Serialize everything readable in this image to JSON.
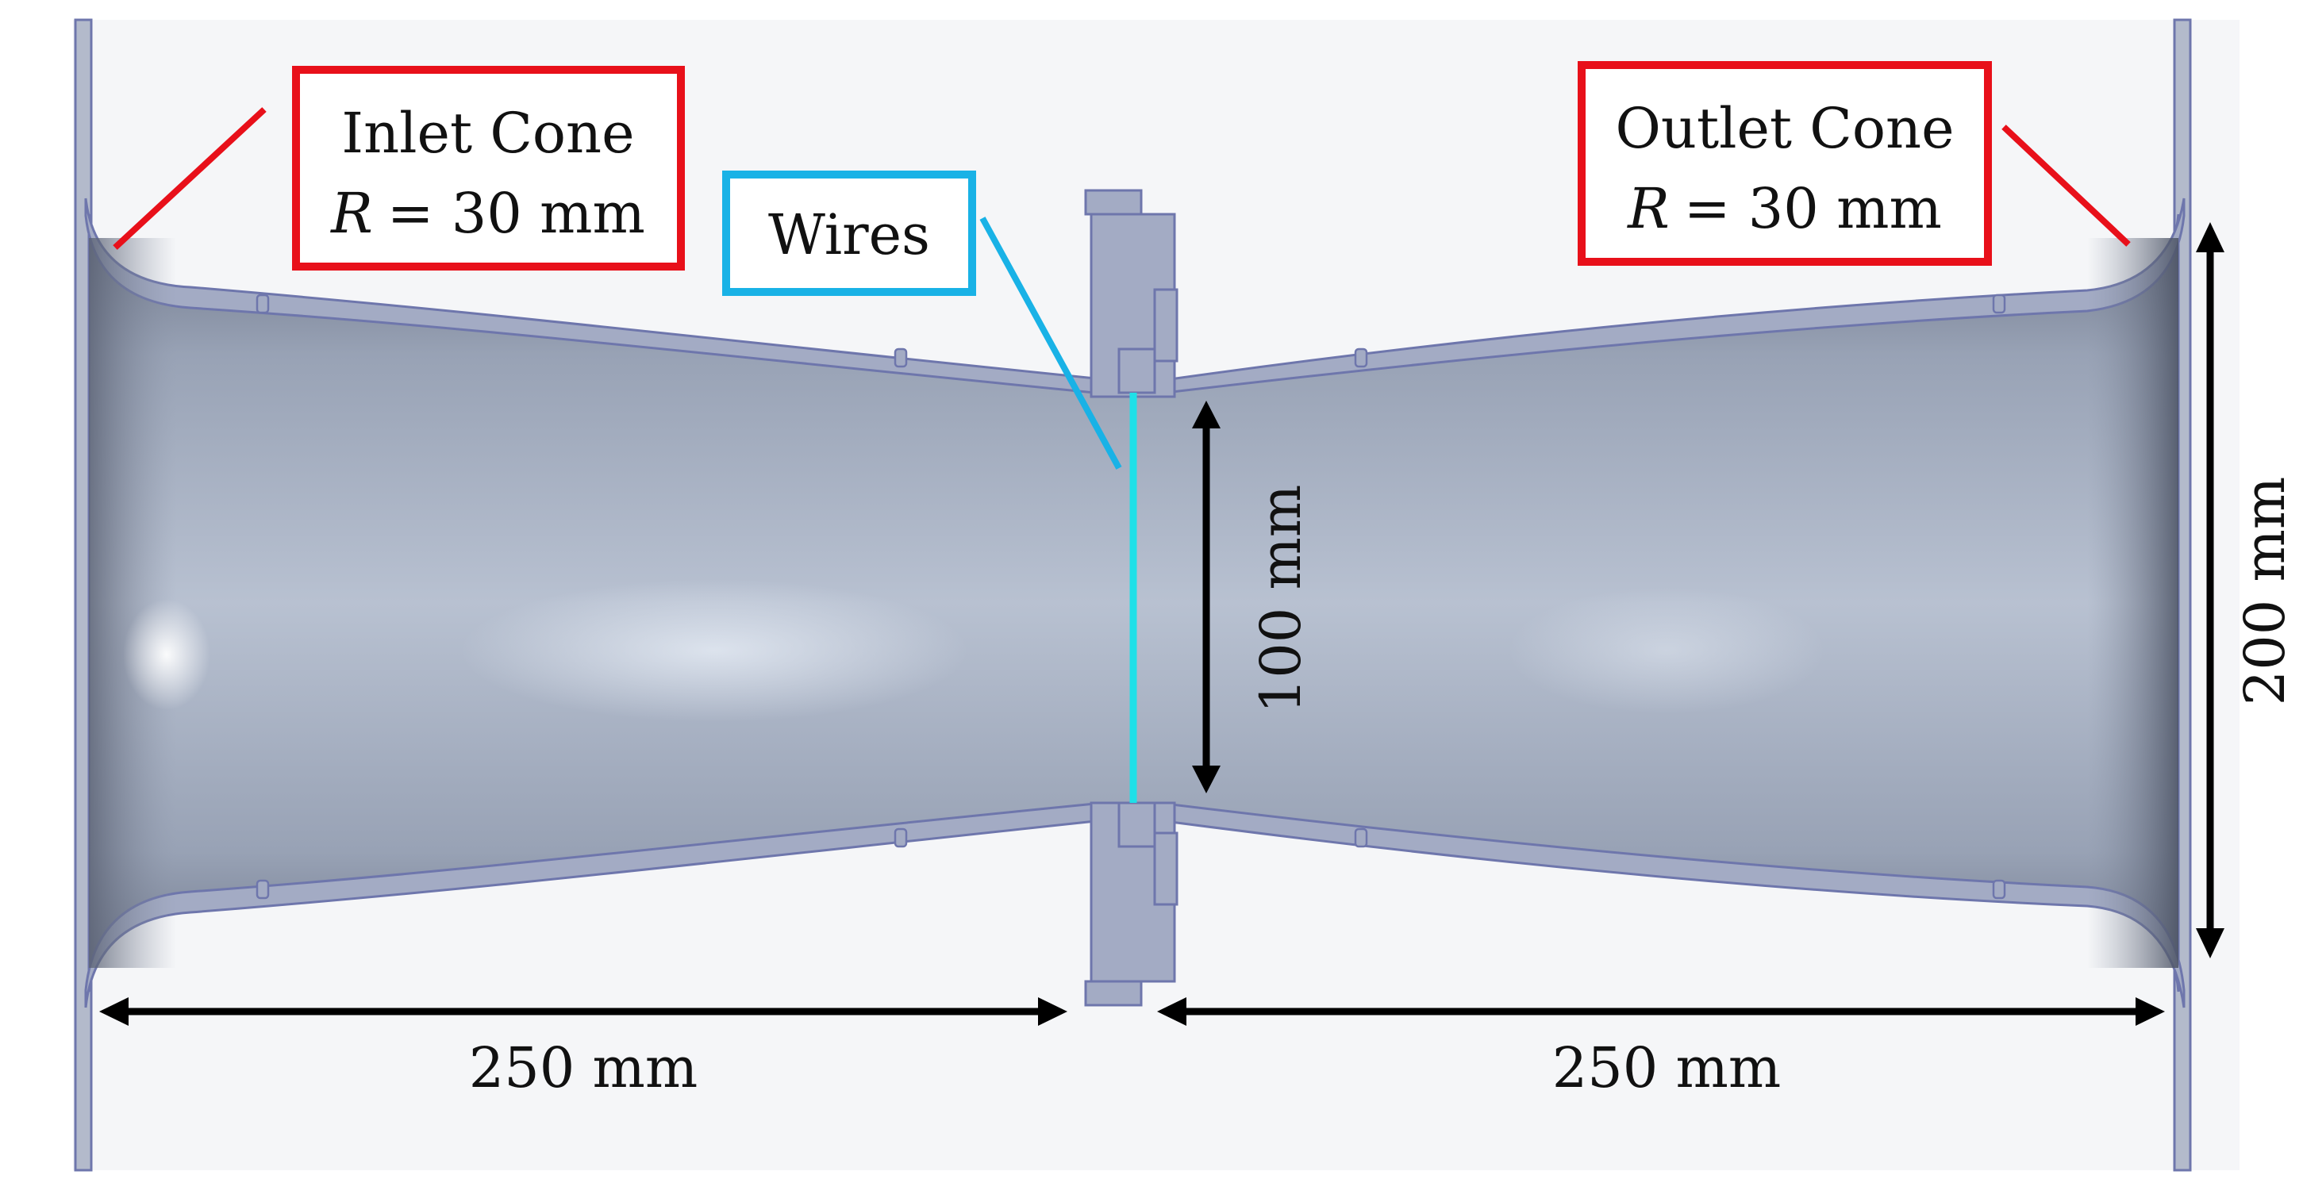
{
  "labels": {
    "inlet_cone_title": "Inlet Cone",
    "inlet_cone_var": "R",
    "inlet_cone_eq": "= 30 mm",
    "outlet_cone_title": "Outlet Cone",
    "outlet_cone_var": "R",
    "outlet_cone_eq": "= 30 mm",
    "wires": "Wires"
  },
  "dimensions": {
    "throat_diameter": "100 mm",
    "outer_diameter": "200 mm",
    "inlet_length": "250 mm",
    "outlet_length": "250 mm"
  },
  "colors": {
    "callout_red": "#e8101a",
    "callout_cyan": "#19b2e6",
    "wire": "#1fe0e8",
    "duct_fill": "#a9b3c6",
    "duct_edge": "#6e76ac",
    "dimension_arrow": "#000000"
  }
}
